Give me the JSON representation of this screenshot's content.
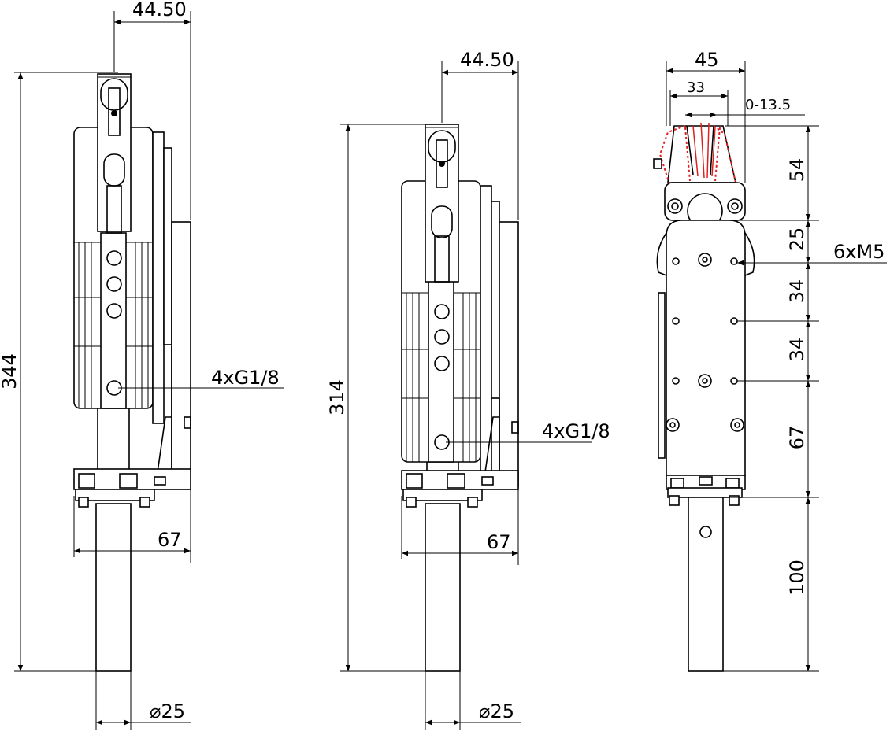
{
  "views": [
    {
      "id": "view-left",
      "dims": {
        "top_width": "44.50",
        "height": "344",
        "base_width": "67",
        "rod_dia": "⌀25",
        "ports": "4xG1/8"
      }
    },
    {
      "id": "view-middle",
      "dims": {
        "top_width": "44.50",
        "height": "314",
        "base_width": "67",
        "rod_dia": "⌀25",
        "ports": "4xG1/8"
      }
    },
    {
      "id": "view-right",
      "dims": {
        "outer_width": "45",
        "jaw_width": "33",
        "stroke": "0-13.5",
        "v1": "54",
        "v2": "25",
        "v3": "34",
        "v4": "34",
        "v5": "67",
        "v6": "100",
        "threads": "6xM5"
      }
    }
  ]
}
